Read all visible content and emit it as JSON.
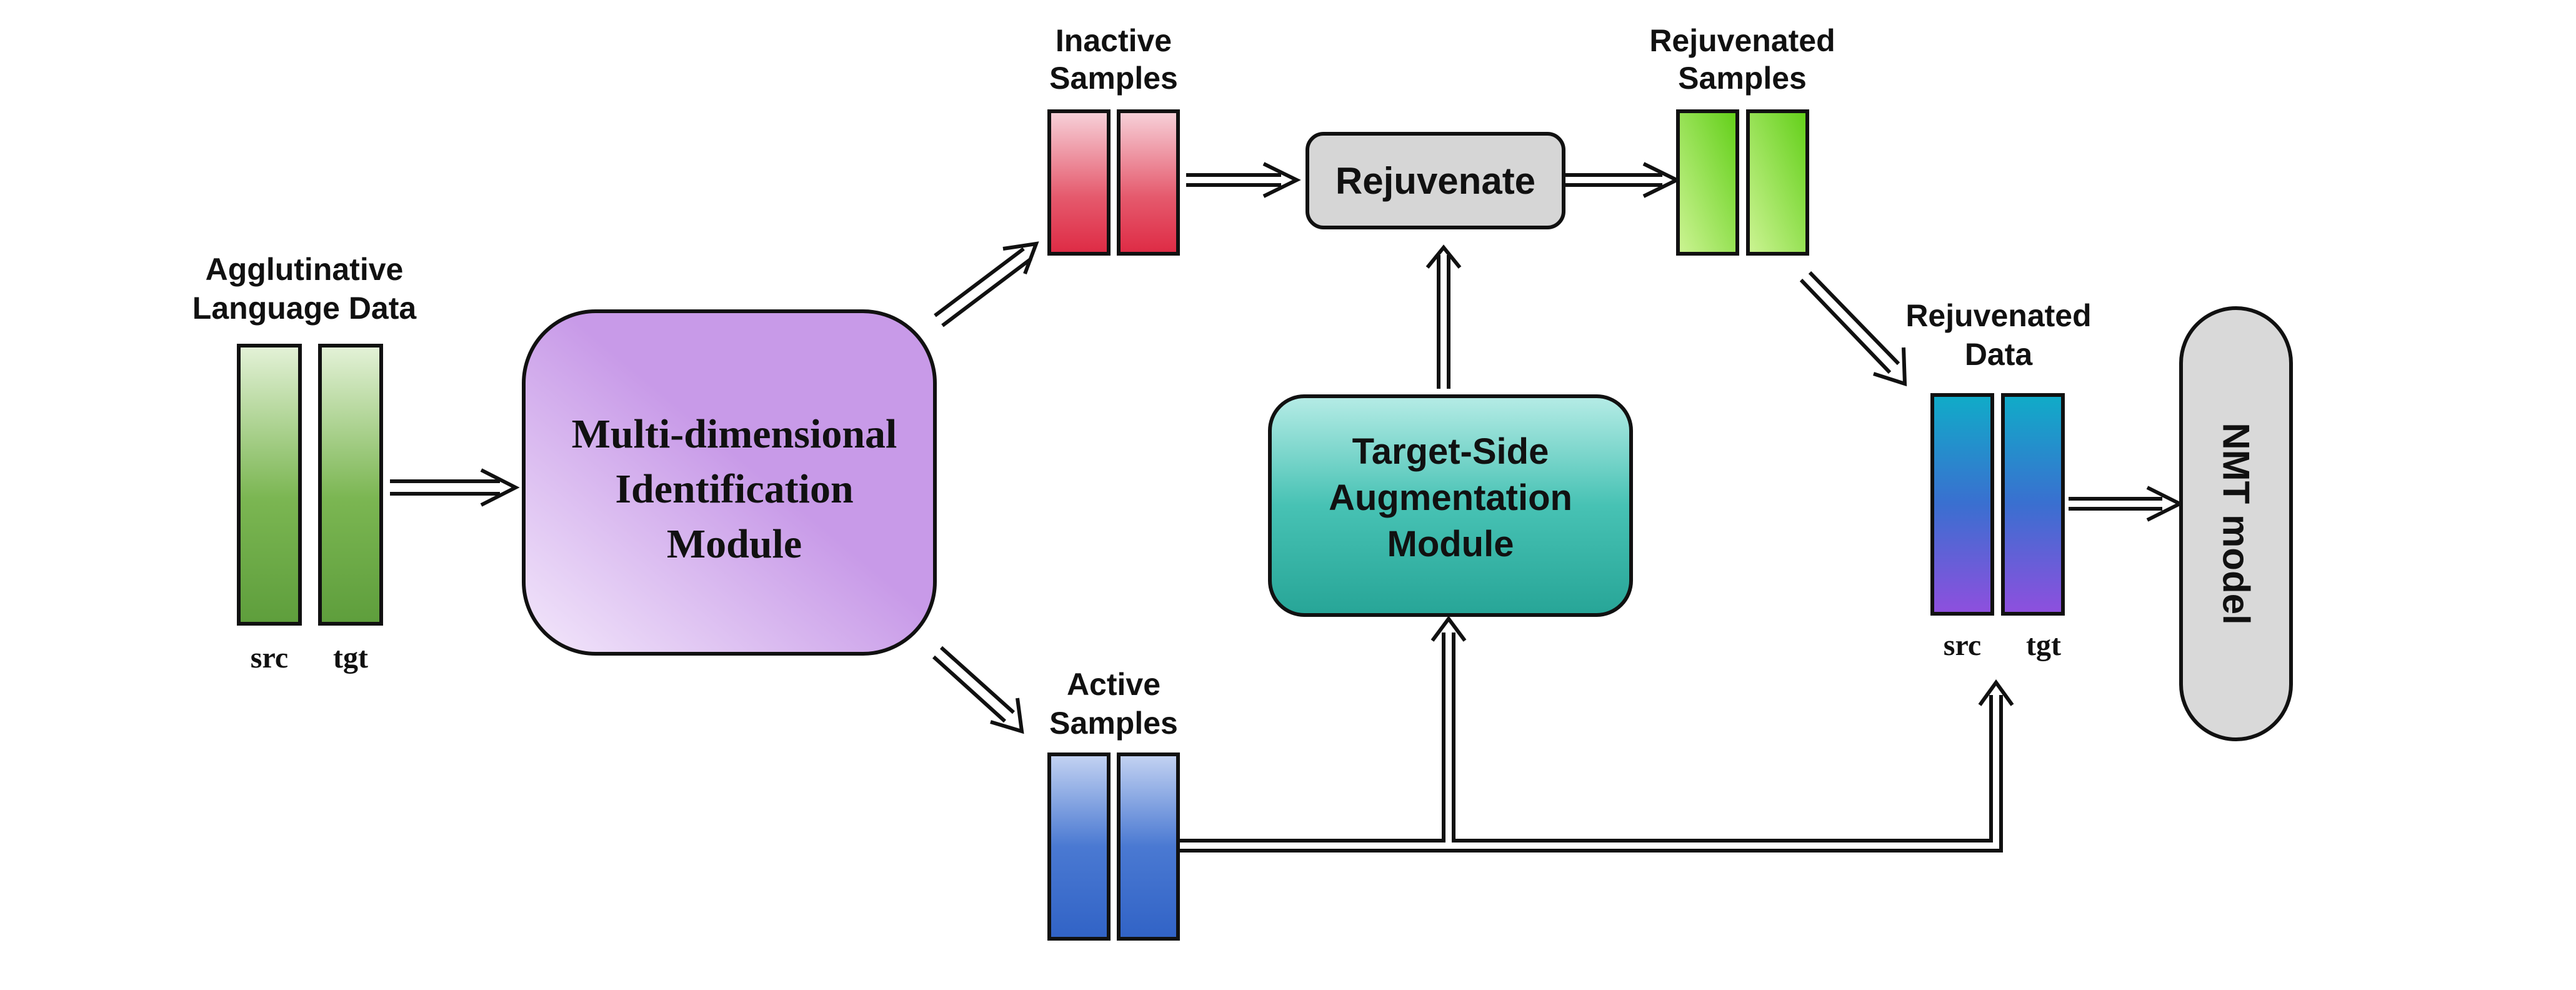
{
  "agglutinative": {
    "title_line1": "Agglutinative",
    "title_line2": "Language Data",
    "src": "src",
    "tgt": "tgt"
  },
  "identification": {
    "line1": "Multi-dimensional",
    "line2": "Identification",
    "line3": "Module"
  },
  "inactive": {
    "line1": "Inactive",
    "line2": "Samples"
  },
  "active": {
    "line1": "Active",
    "line2": "Samples"
  },
  "rejuvenate": {
    "label": "Rejuvenate"
  },
  "rejuvenated_samples": {
    "line1": "Rejuvenated",
    "line2": "Samples"
  },
  "augmentation": {
    "line1": "Target-Side",
    "line2": "Augmentation",
    "line3": "Module"
  },
  "rejuvenated_data": {
    "line1": "Rejuvenated",
    "line2": "Data",
    "src": "src",
    "tgt": "tgt"
  },
  "nmt": {
    "label": "NMT model"
  },
  "colors": {
    "agglutinative_top": "#e4f2d8",
    "agglutinative_bottom": "#5e9e3c",
    "identification_light": "#f3e8fb",
    "identification_dark": "#c89ae8",
    "inactive_top": "#f7d2da",
    "inactive_bottom": "#de2a44",
    "active_top": "#c4d3f2",
    "active_bottom": "#3163c6",
    "rejuvenate_fill": "#d6d6d6",
    "rejuvenated_samples_light": "#cdf494",
    "rejuvenated_samples_dark": "#62cf18",
    "augmentation_top": "#b6ece6",
    "augmentation_bottom": "#27a597",
    "rejuvenated_data_top": "#10acc8",
    "rejuvenated_data_mid": "#3a6fd0",
    "rejuvenated_data_bottom": "#8f4fde",
    "nmt_fill": "#d9d9d9",
    "stroke": "#111111"
  }
}
